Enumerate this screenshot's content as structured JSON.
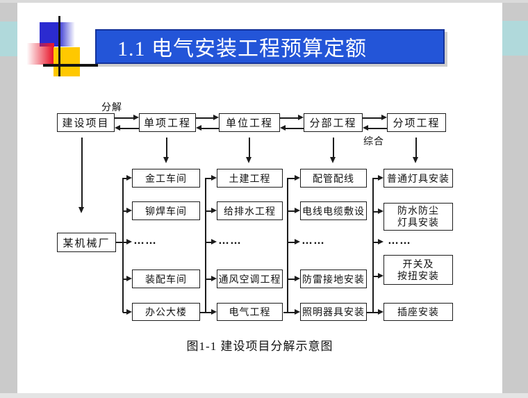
{
  "slide": {
    "title": "1.1 电气安装工程预算定额",
    "caption": "图1-1 建设项目分解示意图"
  },
  "flow": {
    "labels": {
      "decompose": "分解",
      "integrate": "综合"
    },
    "top_row": [
      "建设项目",
      "单项工程",
      "单位工程",
      "分部工程",
      "分项工程"
    ],
    "factory": "某机械厂",
    "columns": {
      "single_projects": [
        "金工车间",
        "铆焊车间",
        "……",
        "装配车间",
        "办公大楼"
      ],
      "unit_projects": [
        "土建工程",
        "给排水工程",
        "……",
        "通风空调工程",
        "电气工程"
      ],
      "division_projects": [
        "配管配线",
        "电线电缆敷设",
        "……",
        "防雷接地安装",
        "照明器具安装"
      ],
      "item_projects": [
        "普通灯具安装",
        "防水防尘\n灯具安装",
        "……",
        "开关及\n按扭安装",
        "插座安装"
      ]
    }
  },
  "colors": {
    "banner_blue": "#2355d8",
    "banner_border": "#14339b",
    "accent_teal": "#b0d9db",
    "logo_blue": "#2b2bd0",
    "logo_red": "#e81a2e",
    "logo_yellow": "#ffc800"
  }
}
